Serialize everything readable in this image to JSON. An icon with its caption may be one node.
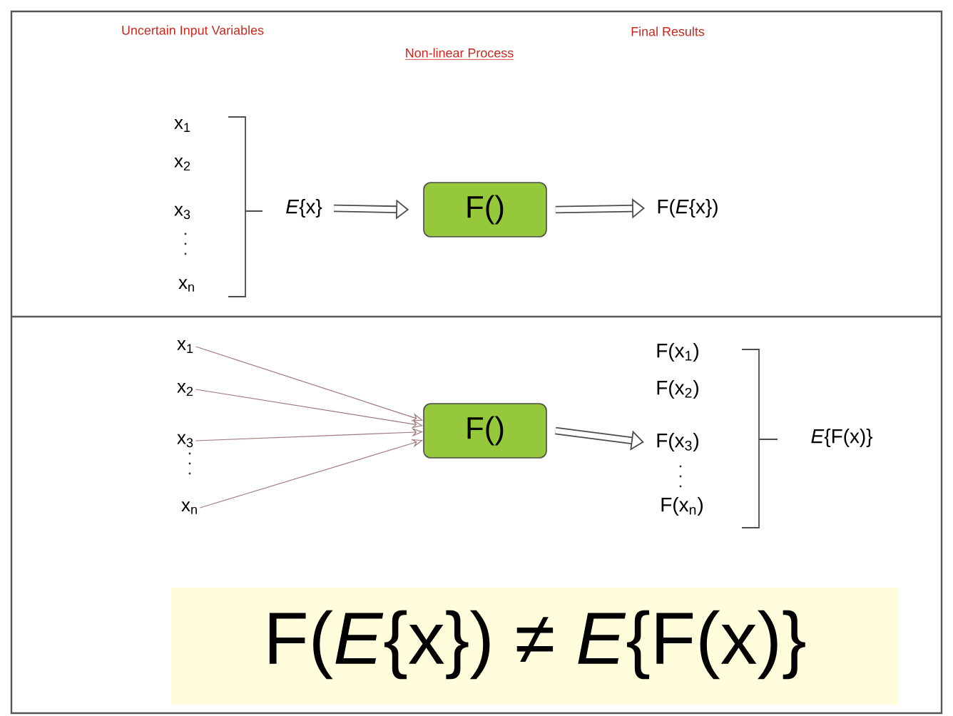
{
  "diagram": {
    "nodes": [
      {
        "text": [
          "*E*{x}"
        ]
      },
      {
        "text": [
          "F()"
        ]
      },
      {
        "text": [
          "F(*E*{x})"
        ]
      },
      {
        "text": [
          "x$_{1}$"
        ]
      },
      {
        "text": [
          "x$_{2}$"
        ]
      },
      {
        "text": [
          "x$_{3}$"
        ]
      },
      {
        "text": [
          "x$_{n}$"
        ]
      },
      {
        "text": [
          "F()"
        ]
      },
      {
        "text": [
          "F(x$_{1}$)"
        ]
      },
      {
        "text": [
          "F(x$_{2}$)"
        ]
      },
      {
        "text": [
          "F(x$_{3}$)"
        ]
      },
      {
        "text": [
          "F(x$_{n}$)"
        ]
      }
    ],
    "edges": [
      {
        "from": 0,
        "to": 1,
        "arrow": "to",
        "style": "thick"
      },
      {
        "from": 1,
        "to": 2,
        "arrow": "to",
        "style": "thick"
      },
      {
        "from": 3,
        "to": 7,
        "arrow": "to"
      },
      {
        "from": 4,
        "to": 7,
        "arrow": "to"
      },
      {
        "from": 5,
        "to": 7,
        "arrow": "to"
      },
      {
        "from": 6,
        "to": 7,
        "arrow": "to"
      },
      {
        "from": 7,
        "to": 10,
        "arrow": "to",
        "style": "thick"
      }
    ],
    "labels": [
      "Uncertain Input Variables",
      "Final Results",
      "Non-linear Process",
      "x$_{1}$",
      "x$_{2}$",
      "x$_{3}$",
      "x$_{n}$",
      "*E*{F(x)}",
      "F(*E*{x}) ≠ *E*{F(x)}"
    ]
  }
}
